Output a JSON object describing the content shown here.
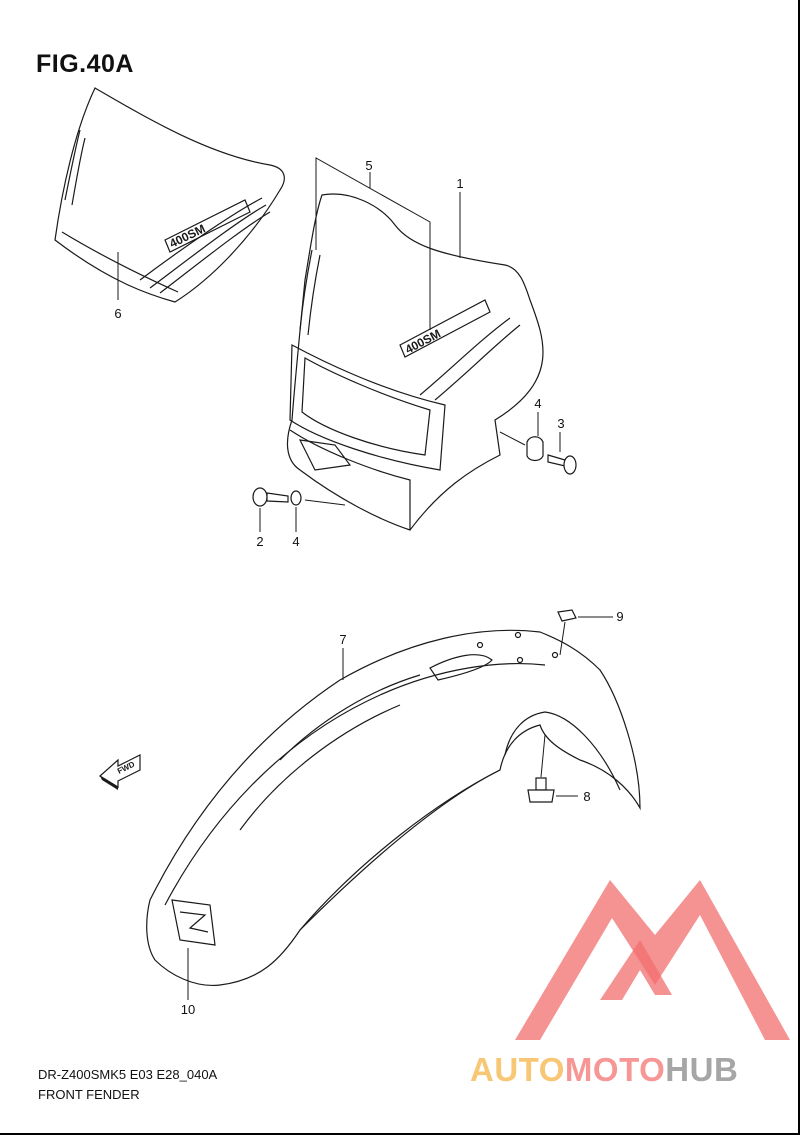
{
  "figure": {
    "title": "FIG.40A",
    "model_code": "DR-Z400SMK5 E03 E28_040A",
    "section_name": "FRONT FENDER"
  },
  "callouts": [
    "1",
    "2",
    "3",
    "4",
    "4",
    "5",
    "6",
    "7",
    "8",
    "9",
    "10"
  ],
  "decal_text": "400SM",
  "fwd_label": "FWD",
  "watermark": {
    "part_a": "AUTO",
    "part_b": "MOTO",
    "part_c": "HUB"
  },
  "colors": {
    "line": "#1a1a1a",
    "watermark_red": "#f26d6d",
    "watermark_orange": "#f8c776",
    "watermark_grey": "#a6a6a6"
  }
}
